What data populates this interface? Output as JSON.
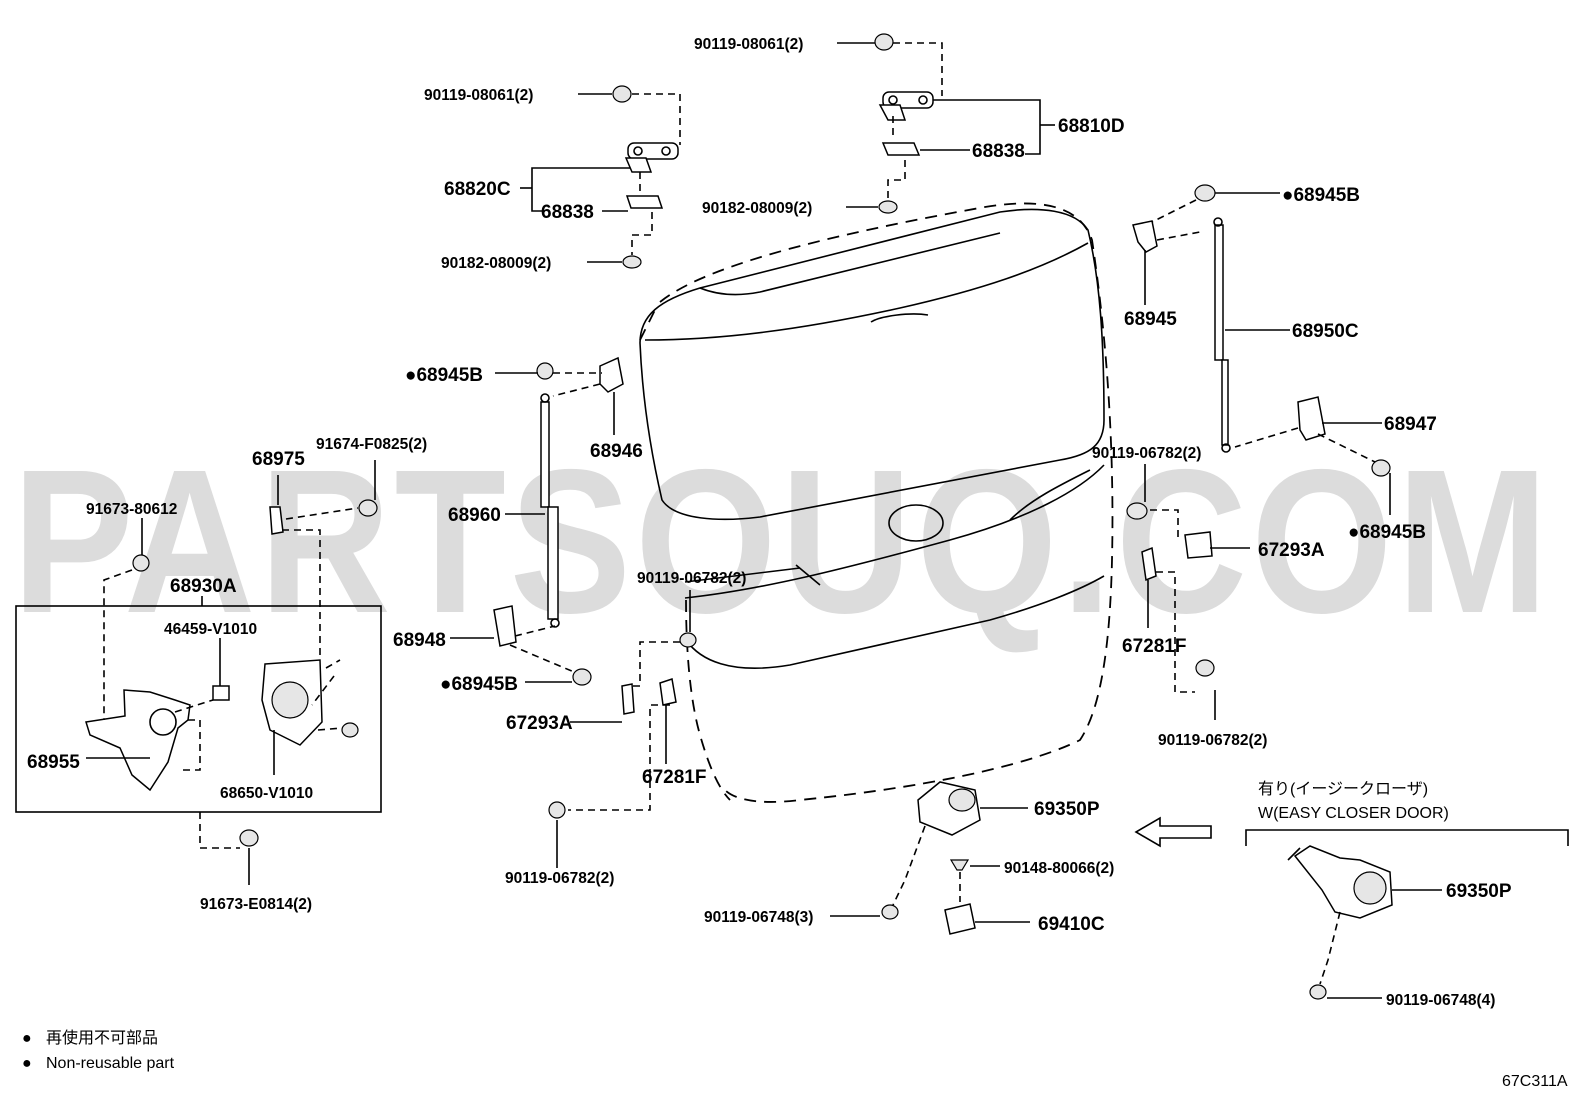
{
  "watermark": "PARTSOUQ.COM",
  "diagram_code": "67C311A",
  "legend": {
    "symbol": "●",
    "line_ja": "再使用不可部品",
    "line_en": "Non-reusable part"
  },
  "option_note": {
    "line_ja": "有り(イージークローザ)",
    "line_en": "W(EASY CLOSER DOOR)"
  },
  "labels": {
    "p90119_08061_top": "90119-08061(2)",
    "p90119_08061_left": "90119-08061(2)",
    "p68810D": "68810D",
    "p68838_right": "68838",
    "p90182_08009_right": "90182-08009(2)",
    "p68820C": "68820C",
    "p68838_left": "68838",
    "p90182_08009_left": "90182-08009(2)",
    "p68945B_topright": "●68945B",
    "p68945": "68945",
    "p68950C": "68950C",
    "p68945B_left": "●68945B",
    "p68946": "68946",
    "p68947": "68947",
    "p90119_06782_upper": "90119-06782(2)",
    "p68975": "68975",
    "p91674_F0825": "91674-F0825(2)",
    "p91673_80612": "91673-80612",
    "p68960": "68960",
    "p68945B_right": "●68945B",
    "p67293A_right": "67293A",
    "p68930A": "68930A",
    "p90119_06782_mid": "90119-06782(2)",
    "p46459_V1010": "46459-V1010",
    "p67281F_right": "67281F",
    "p68948": "68948",
    "p68945B_lower": "●68945B",
    "p67293A_left": "67293A",
    "p90119_06782_rightlow": "90119-06782(2)",
    "p68955": "68955",
    "p68650_V1010": "68650-V1010",
    "p67281F_left": "67281F",
    "p69350P_center": "69350P",
    "p90148_80066": "90148-80066(2)",
    "p90119_06782_bottom": "90119-06782(2)",
    "p91673_E0814": "91673-E0814(2)",
    "p90119_06748_3": "90119-06748(3)",
    "p69410C": "69410C",
    "p69350P_right": "69350P",
    "p90119_06748_4": "90119-06748(4)"
  }
}
